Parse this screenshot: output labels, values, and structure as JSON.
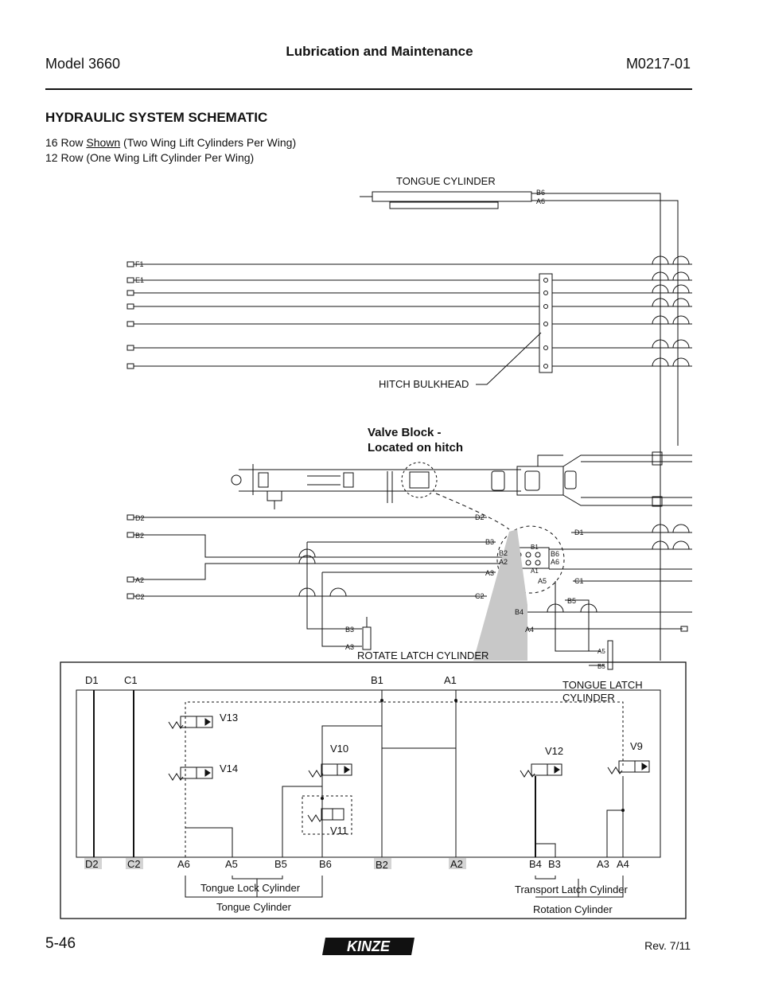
{
  "header": {
    "model": "Model 3660",
    "section": "Lubrication and Maintenance",
    "doc_number": "M0217-01"
  },
  "title": "HYDRAULIC SYSTEM SCHEMATIC",
  "notes": {
    "line1_prefix": "16 Row ",
    "line1_shown": "Shown",
    "line1_suffix": " (Two Wing Lift Cylinders Per Wing)",
    "line2": "12 Row (One Wing Lift Cylinder Per Wing)"
  },
  "labels": {
    "tongue_cylinder": "TONGUE CYLINDER",
    "hitch_bulkhead": "HITCH BULKHEAD",
    "valve_block_1": "Valve Block -",
    "valve_block_2": "Located on hitch",
    "rotate_latch_cylinder": "ROTATE LATCH CYLINDER",
    "tongue_latch_cylinder_1": "TONGUE LATCH",
    "tongue_latch_cylinder_2": "CYLINDER",
    "tongue_lock_cylinder": "Tongue Lock Cylinder",
    "tongue_cylinder_bottom": "Tongue Cylinder",
    "transport_latch_cylinder": "Transport Latch Cylinder",
    "rotation_cylinder": "Rotation Cylinder"
  },
  "ports": {
    "b6": "B6",
    "a6": "A6",
    "f1": "F1",
    "e1": "E1",
    "d2": "D2",
    "b2": "B2",
    "a2": "A2",
    "c2": "C2",
    "b3": "B3",
    "a3": "A3",
    "b1": "B1",
    "a1": "A1",
    "d1": "D1",
    "c1": "C1",
    "a5": "A5",
    "b5": "B5",
    "b4": "B4",
    "a4": "A4"
  },
  "valves": {
    "v13": "V13",
    "v14": "V14",
    "v10": "V10",
    "v11": "V11",
    "v12": "V12",
    "v9": "V9"
  },
  "block_top": {
    "d1": "D1",
    "c1": "C1",
    "b1": "B1",
    "a1": "A1"
  },
  "block_bottom": {
    "d2": "D2",
    "c2": "C2",
    "a6": "A6",
    "a5": "A5",
    "b5": "B5",
    "b6": "B6",
    "b2": "B2",
    "a2": "A2",
    "b4": "B4",
    "b3": "B3",
    "a3": "A3",
    "a4": "A4"
  },
  "footer": {
    "page": "5-46",
    "brand": "KINZE",
    "revision": "Rev. 7/11"
  }
}
